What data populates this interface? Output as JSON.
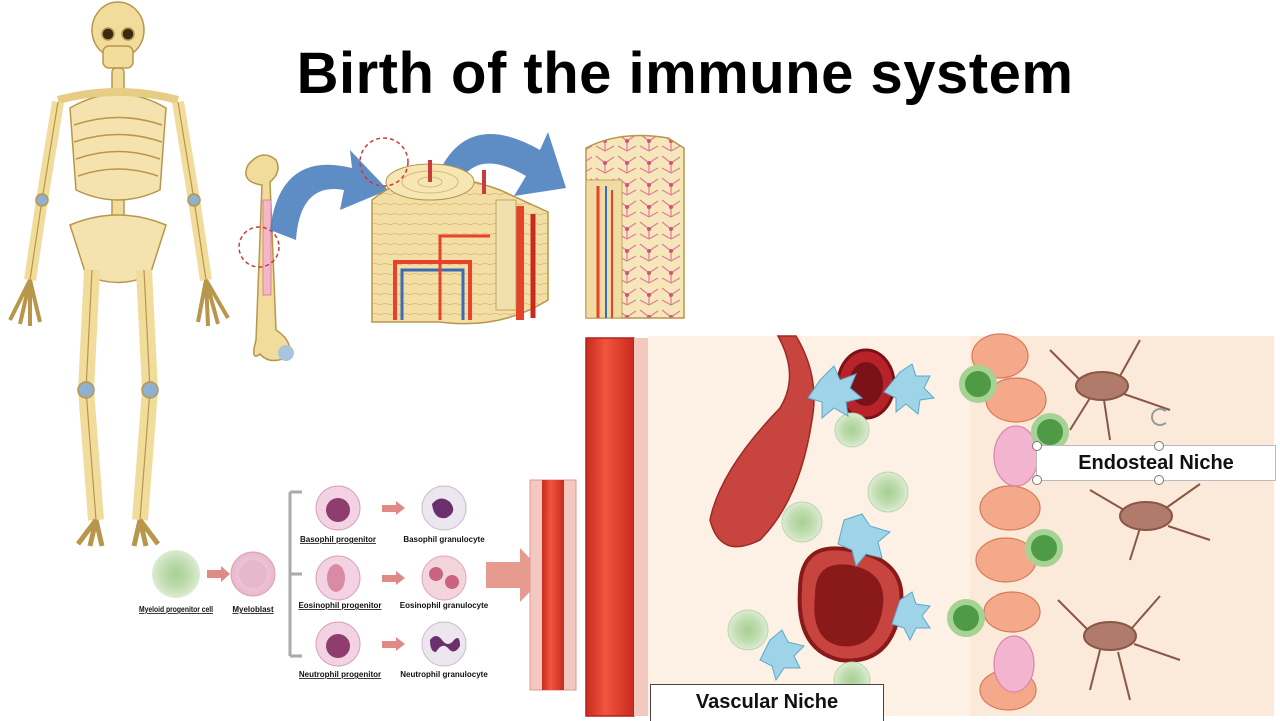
{
  "title": "Birth of the immune system",
  "cells": {
    "myeloid_progenitor": "Myeloid progenitor cell",
    "myeloblast": "Myeloblast",
    "basophil_progenitor": "Basophil progenitor",
    "eosinophil_progenitor": "Eosinophil progenitor",
    "neutrophil_progenitor": "Neutrophil progenitor",
    "basophil_granulocyte": "Basophil granulocyte",
    "eosinophil_granulocyte": "Eosinophil granulocyte",
    "neutrophil_granulocyte": "Neutrophil granulocyte"
  },
  "niches": {
    "endosteal": "Endosteal Niche",
    "vascular": "Vascular Niche"
  },
  "colors": {
    "bone": "#f1dc9c",
    "bone_outline": "#c9a95a",
    "blood_red": "#e8412c",
    "blue_arrow": "#4d7fbf",
    "marrow_bg": "#fdf1e6"
  },
  "icons": {
    "skeleton": "skeleton-icon",
    "femur": "femur-bone-icon",
    "bone_cross_section": "bone-cross-section-icon",
    "marrow_detail": "bone-marrow-detail-icon"
  }
}
